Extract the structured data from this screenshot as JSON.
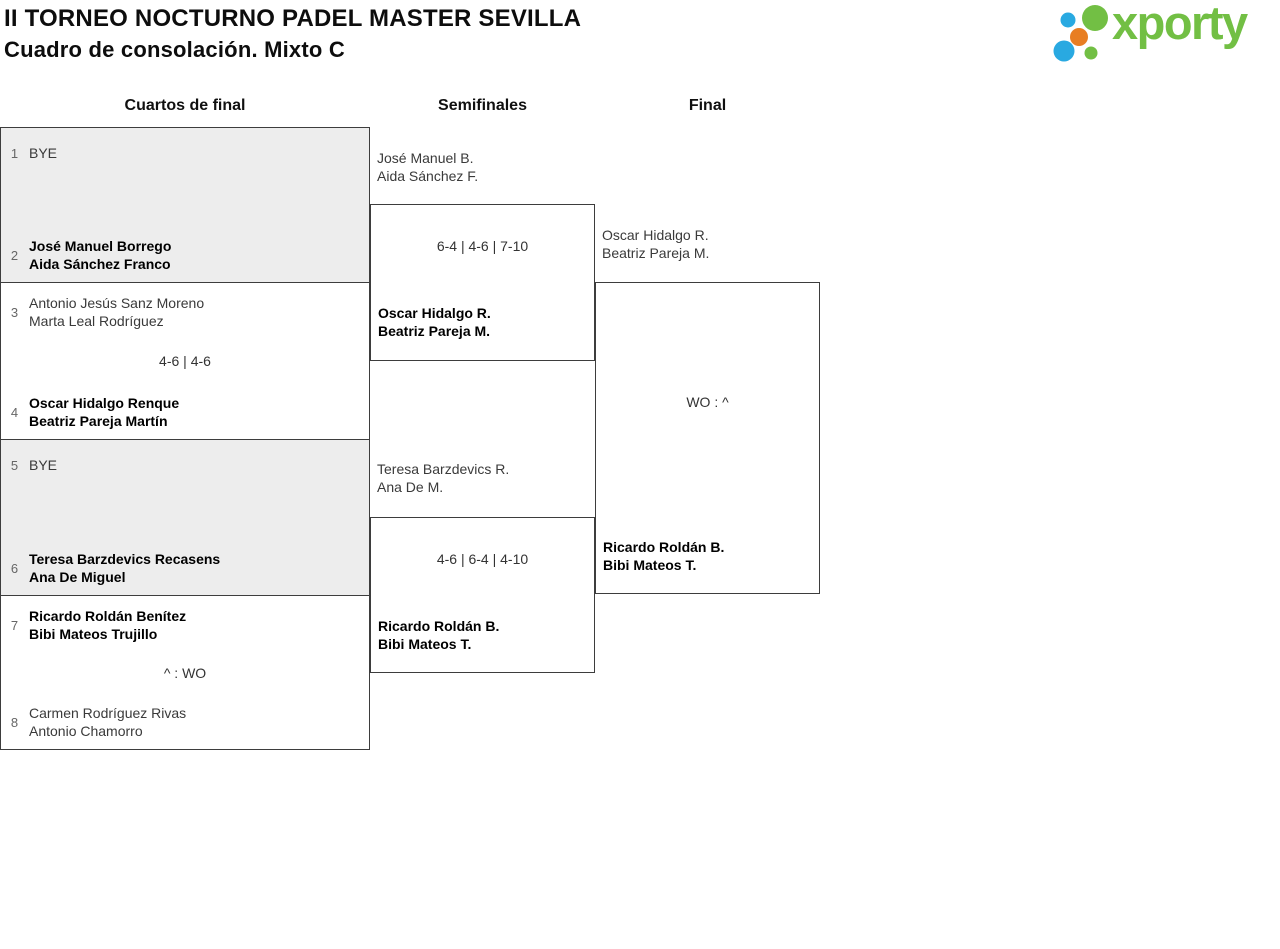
{
  "header": {
    "title_line1": "II TORNEO NOCTURNO PADEL MASTER SEVILLA",
    "title_line2": "Cuadro de consolación. Mixto C",
    "logo": {
      "text": "xporty",
      "green": "#72bf44",
      "blue": "#29a9e1",
      "orange": "#e87e23"
    }
  },
  "rounds": [
    {
      "label": "Cuartos de final"
    },
    {
      "label": "Semifinales"
    },
    {
      "label": "Final"
    }
  ],
  "quarterfinals": [
    {
      "seed1": "1",
      "team1_line1": "BYE",
      "score": "",
      "seed2": "2",
      "team2_line1": "José Manuel Borrego",
      "team2_line2": "Aida Sánchez Franco"
    },
    {
      "seed1": "3",
      "team1_line1": "Antonio Jesús Sanz Moreno",
      "team1_line2": "Marta Leal Rodríguez",
      "score": "4-6 | 4-6",
      "seed2": "4",
      "team2_line1": "Oscar Hidalgo Renque",
      "team2_line2": "Beatriz Pareja Martín"
    },
    {
      "seed1": "5",
      "team1_line1": "BYE",
      "score": "",
      "seed2": "6",
      "team2_line1": "Teresa Barzdevics Recasens",
      "team2_line2": "Ana De Miguel"
    },
    {
      "seed1": "7",
      "team1_line1": "Ricardo Roldán Benítez",
      "team1_line2": "Bibi Mateos Trujillo",
      "score": "^ : WO",
      "seed2": "8",
      "team2_line1": "Carmen Rodríguez Rivas",
      "team2_line2": "Antonio Chamorro"
    }
  ],
  "semifinals": [
    {
      "team1_line1": "José Manuel B.",
      "team1_line2": "Aida Sánchez F.",
      "score": "6-4 | 4-6 | 7-10",
      "winner_line1": "Oscar Hidalgo R.",
      "winner_line2": "Beatriz Pareja M."
    },
    {
      "team1_line1": "Teresa Barzdevics R.",
      "team1_line2": "Ana De M.",
      "score": "4-6 | 6-4 | 4-10",
      "winner_line1": "Ricardo Roldán B.",
      "winner_line2": "Bibi Mateos T."
    }
  ],
  "final": {
    "team1_line1": "Oscar Hidalgo R.",
    "team1_line2": "Beatriz Pareja M.",
    "score": "WO : ^",
    "winner_line1": "Ricardo Roldán B.",
    "winner_line2": "Bibi Mateos T."
  },
  "colors": {
    "bye_box_background": "#ededed",
    "box_border": "#3d3d3d"
  }
}
